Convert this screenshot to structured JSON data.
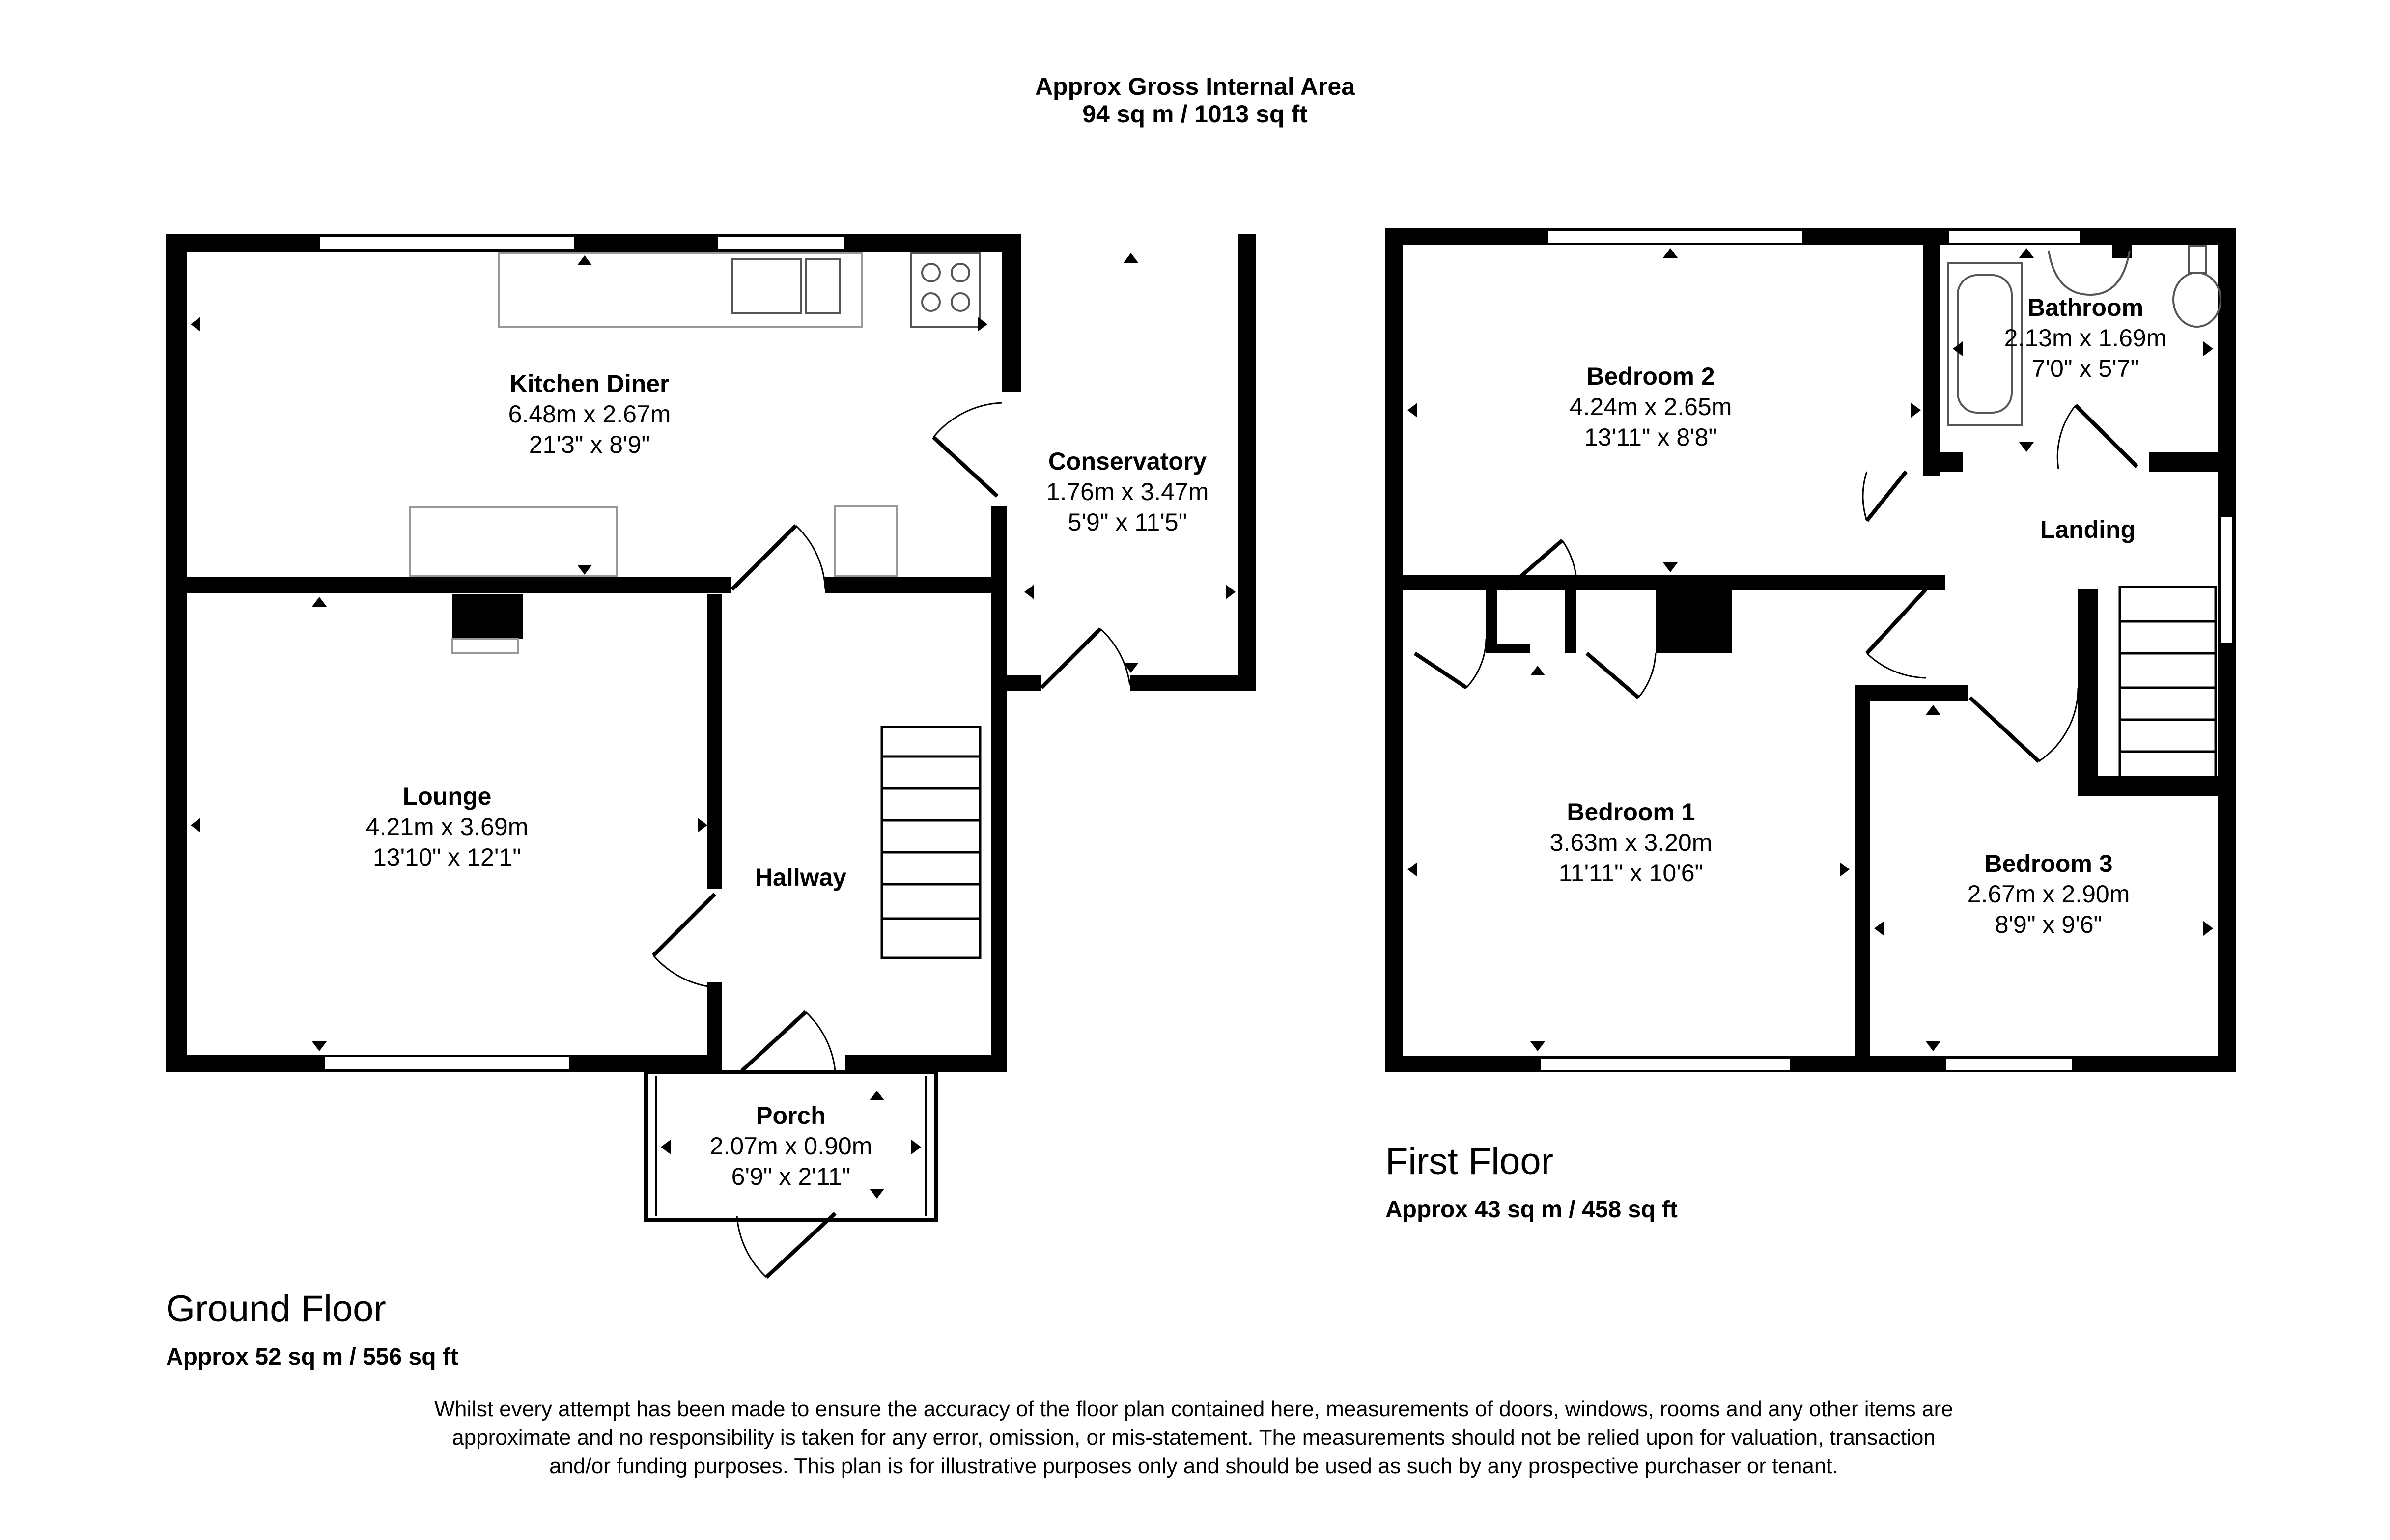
{
  "header": {
    "line1": "Approx Gross Internal Area",
    "line2": "94 sq m / 1013 sq ft"
  },
  "ground_floor": {
    "title": "Ground Floor",
    "area": "Approx 52 sq m / 556 sq ft",
    "rooms": {
      "kitchen": {
        "name": "Kitchen Diner",
        "metric": "6.48m x 2.67m",
        "imperial": "21'3\" x 8'9\""
      },
      "conservatory": {
        "name": "Conservatory",
        "metric": "1.76m x 3.47m",
        "imperial": "5'9\" x 11'5\""
      },
      "lounge": {
        "name": "Lounge",
        "metric": "4.21m x 3.69m",
        "imperial": "13'10\" x 12'1\""
      },
      "hallway": {
        "name": "Hallway"
      },
      "porch": {
        "name": "Porch",
        "metric": "2.07m x 0.90m",
        "imperial": "6'9\" x 2'11\""
      }
    }
  },
  "first_floor": {
    "title": "First Floor",
    "area": "Approx 43 sq m / 458 sq ft",
    "rooms": {
      "bedroom2": {
        "name": "Bedroom 2",
        "metric": "4.24m x 2.65m",
        "imperial": "13'11\" x 8'8\""
      },
      "bathroom": {
        "name": "Bathroom",
        "metric": "2.13m x 1.69m",
        "imperial": "7'0\" x 5'7\""
      },
      "landing": {
        "name": "Landing"
      },
      "bedroom1": {
        "name": "Bedroom 1",
        "metric": "3.63m x 3.20m",
        "imperial": "11'11\" x 10'6\""
      },
      "bedroom3": {
        "name": "Bedroom 3",
        "metric": "2.67m x 2.90m",
        "imperial": "8'9\" x 9'6\""
      }
    }
  },
  "disclaimer": "Whilst every attempt has been made to ensure the accuracy of the floor plan contained here, measurements of doors, windows, rooms and any other items are approximate and no responsibility is taken for any error, omission, or mis-statement. The measurements should not be relied upon for valuation, transaction and/or funding purposes. This plan is for illustrative purposes only and should be used as such by any prospective purchaser or tenant.",
  "colors": {
    "wall": "#000000",
    "fixture": "#999999",
    "background": "#ffffff"
  }
}
